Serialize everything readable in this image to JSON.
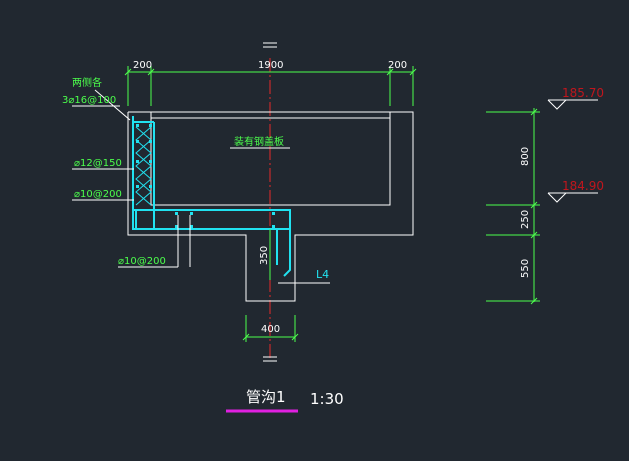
{
  "drawing": {
    "title": "管沟1",
    "scale": "1:30",
    "dims": {
      "top_left": "200",
      "top_mid": "1900",
      "top_right": "200",
      "bottom_width": "400",
      "right_800": "800",
      "right_250": "250",
      "right_550": "550",
      "depth_350": "350"
    },
    "elevations": {
      "top": "185.70",
      "mid": "184.90"
    },
    "rebar_labels": {
      "both_sides_line1": "两侧各",
      "both_sides_line2": "3⌀16@100",
      "r1": "⌀12@150",
      "r2": "⌀10@200",
      "r3": "⌀10@200"
    },
    "beam_label": "L4",
    "cover_label": "装有钢盖板"
  },
  "colors": {
    "background": "#212830",
    "outline": "#ffffff",
    "rebar": "#21e2f0",
    "dim": "#4cff4c",
    "center": "#e52a2a",
    "elevation": "#c0161d",
    "title_underline": "#e020e0"
  }
}
